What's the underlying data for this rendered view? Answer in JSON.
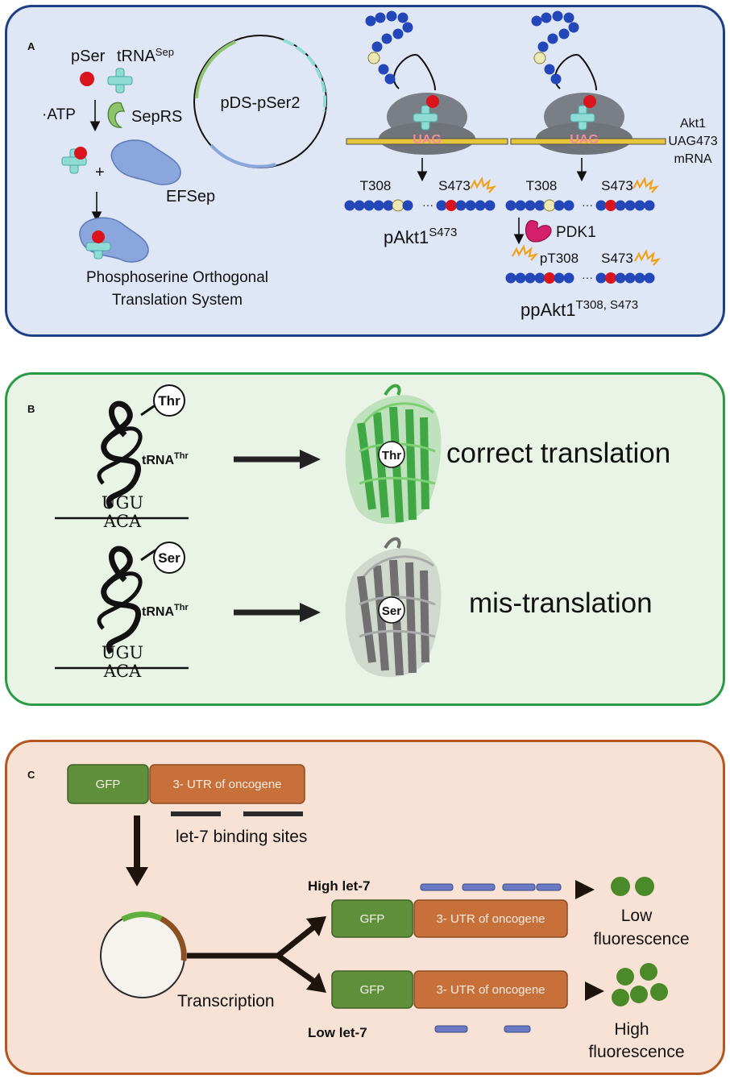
{
  "panelA": {
    "label": "A",
    "pSer": "pSer",
    "tRNA": "tRNA",
    "tRNA_sup": "Sep",
    "atp": "·ATP",
    "seprs": "SepRS",
    "plasmid": "pDS-pSer2",
    "plus": "+",
    "efsep": "EFSep",
    "system_line1": "Phosphoserine Orthogonal",
    "system_line2": "Translation System",
    "codon": "UAG",
    "mrna_line1": "Akt1",
    "mrna_line2": "UAG473",
    "mrna_line3": "mRNA",
    "t308": "T308",
    "s473": "S473",
    "pakt1": "pAkt1",
    "pakt1_sup": "S473",
    "pdk1": "PDK1",
    "pt308": "pT308",
    "ppakt1": "ppAkt1",
    "ppakt1_sup": "T308, S473",
    "colors": {
      "phospho": "#d9141d",
      "bead": "#2346b8",
      "bead_pale": "#efe9b5",
      "trna": "#8fdbd6",
      "seprs": "#8fc46f",
      "efsep": "#8aa6dc",
      "ribosome": "#7a7e86",
      "mrna": "#e7c53b",
      "pdk1": "#d4206a"
    }
  },
  "panelB": {
    "label": "B",
    "thr": "Thr",
    "ser": "Ser",
    "trna_base": "tRNA",
    "trna_sup": "Thr",
    "anticodon": "UGU",
    "codon": "ACA",
    "correct": "correct translation",
    "mis": "mis-translation",
    "colors": {
      "correct_protein": "#3fa844",
      "mis_protein": "#6f706f"
    }
  },
  "panelC": {
    "label": "C",
    "gfp": "GFP",
    "utr": "3- UTR of oncogene",
    "binding_sites": "let-7 binding sites",
    "transcription": "Transcription",
    "high_let7": "High let-7",
    "low_let7": "Low let-7",
    "low_fluor_line1": "Low",
    "low_fluor_line2": "fluorescence",
    "high_fluor_line1": "High",
    "high_fluor_line2": "fluorescence",
    "colors": {
      "gfp": "#5f8f3a",
      "utr": "#c8703a",
      "let7": "#6a7bc4",
      "dot": "#4a8a28"
    }
  }
}
